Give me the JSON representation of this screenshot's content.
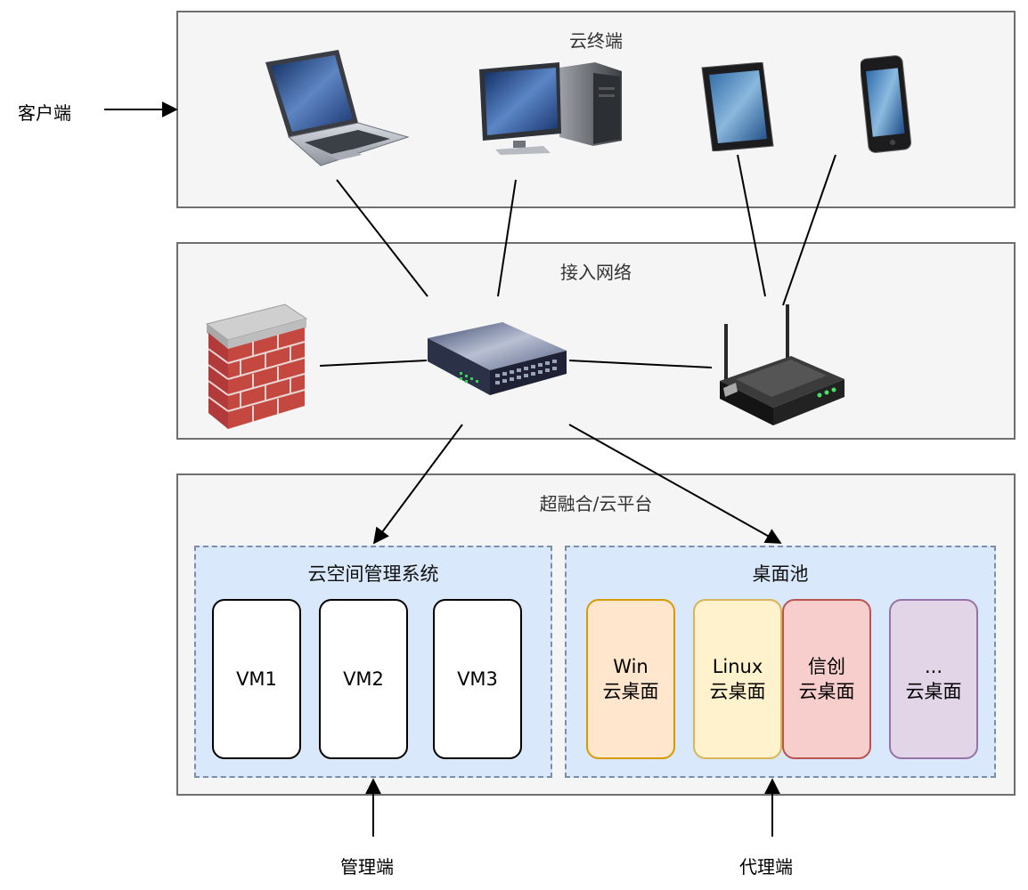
{
  "labels": {
    "client": "客户端",
    "admin": "管理端",
    "proxy": "代理端"
  },
  "layers": {
    "terminal": {
      "title": "云终端"
    },
    "network": {
      "title": "接入网络"
    },
    "platform": {
      "title": "超融合/云平台"
    }
  },
  "space_system": {
    "title": "云空间管理系统",
    "vms": [
      "VM1",
      "VM2",
      "VM3"
    ]
  },
  "desktop_pool": {
    "title": "桌面池",
    "desktops": [
      {
        "line1": "Win",
        "line2": "云桌面",
        "fill": "#ffe6cc",
        "stroke": "#d79b00"
      },
      {
        "line1": "Linux",
        "line2": "云桌面",
        "fill": "#fff2cc",
        "stroke": "#d6b656"
      },
      {
        "line1": "信创",
        "line2": "云桌面",
        "fill": "#f8cecc",
        "stroke": "#b85450"
      },
      {
        "line1": "...",
        "line2": "云桌面",
        "fill": "#e1d5e7",
        "stroke": "#9673a6"
      }
    ]
  },
  "icons": [
    "laptop-icon",
    "desktop-computer-icon",
    "tablet-icon",
    "smartphone-icon",
    "firewall-icon",
    "network-switch-icon",
    "wireless-router-icon"
  ]
}
